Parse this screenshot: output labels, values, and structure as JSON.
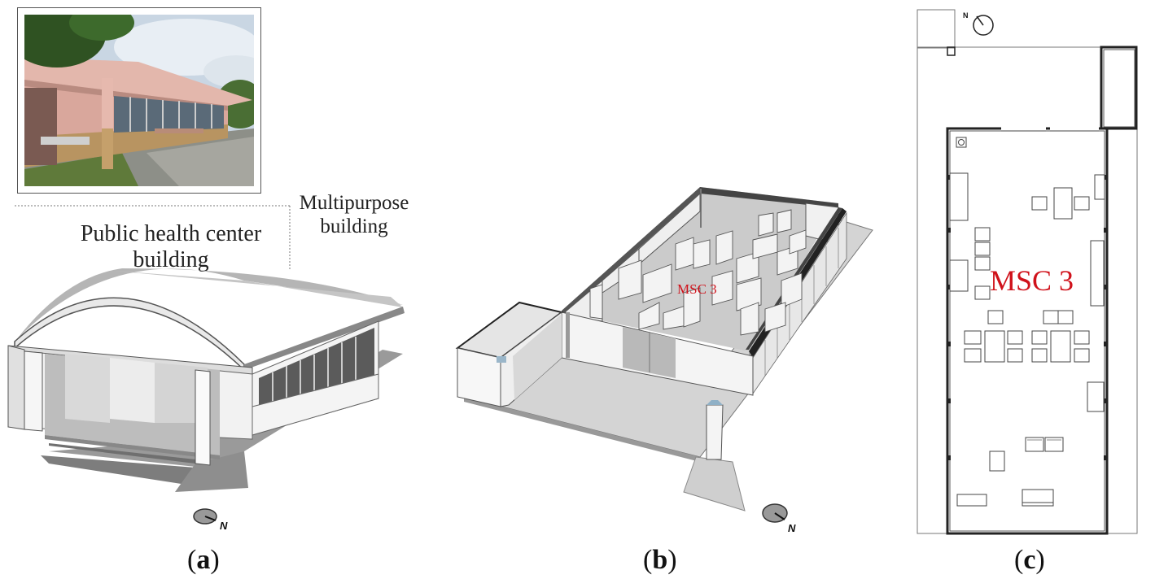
{
  "panel_a": {
    "caption_open": "(",
    "caption_letter": "a",
    "caption_close": ")",
    "label_public_health_line1": "Public health center",
    "label_public_health_line2": "building",
    "label_multipurpose_line1": "Multipurpose",
    "label_multipurpose_line2": "building",
    "compass_letter": "N"
  },
  "panel_b": {
    "caption_open": "(",
    "caption_letter": "b",
    "caption_close": ")",
    "room_label": "MSC 3",
    "compass_letter": "N"
  },
  "panel_c": {
    "caption_open": "(",
    "caption_letter": "c",
    "caption_close": ")",
    "room_label": "MSC 3",
    "compass_letter": "N"
  },
  "colors": {
    "room_label": "#d0121b",
    "roof": "#b9b9b9",
    "floor": "#d2d2d2",
    "wall_light": "#f4f4f4",
    "photo_wall": "#d9a79c"
  }
}
